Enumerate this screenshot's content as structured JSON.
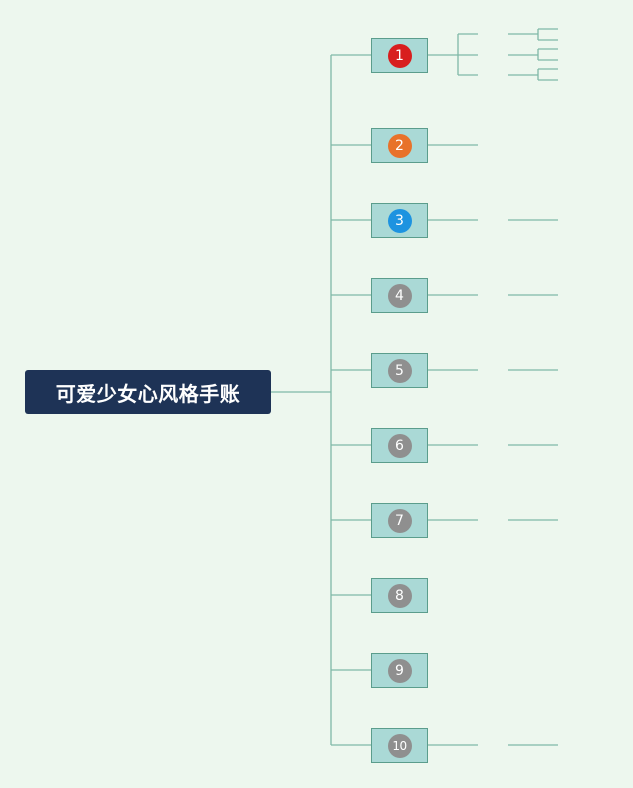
{
  "mindmap": {
    "root_title": "可爱少女心风格手账",
    "nodes": [
      {
        "number": "1",
        "color": "#d81e1e"
      },
      {
        "number": "2",
        "color": "#e8722a"
      },
      {
        "number": "3",
        "color": "#1d93e0"
      },
      {
        "number": "4",
        "color": "#8f8f8f"
      },
      {
        "number": "5",
        "color": "#8f8f8f"
      },
      {
        "number": "6",
        "color": "#8f8f8f"
      },
      {
        "number": "7",
        "color": "#8f8f8f"
      },
      {
        "number": "8",
        "color": "#8f8f8f"
      },
      {
        "number": "9",
        "color": "#8f8f8f"
      },
      {
        "number": "10",
        "color": "#8f8f8f"
      }
    ]
  },
  "colors": {
    "background": "#edf7ee",
    "root_fill": "#1e3356",
    "node_fill": "#aad9d6",
    "node_border": "#5b9d8c",
    "connector": "#7fb9a7"
  }
}
